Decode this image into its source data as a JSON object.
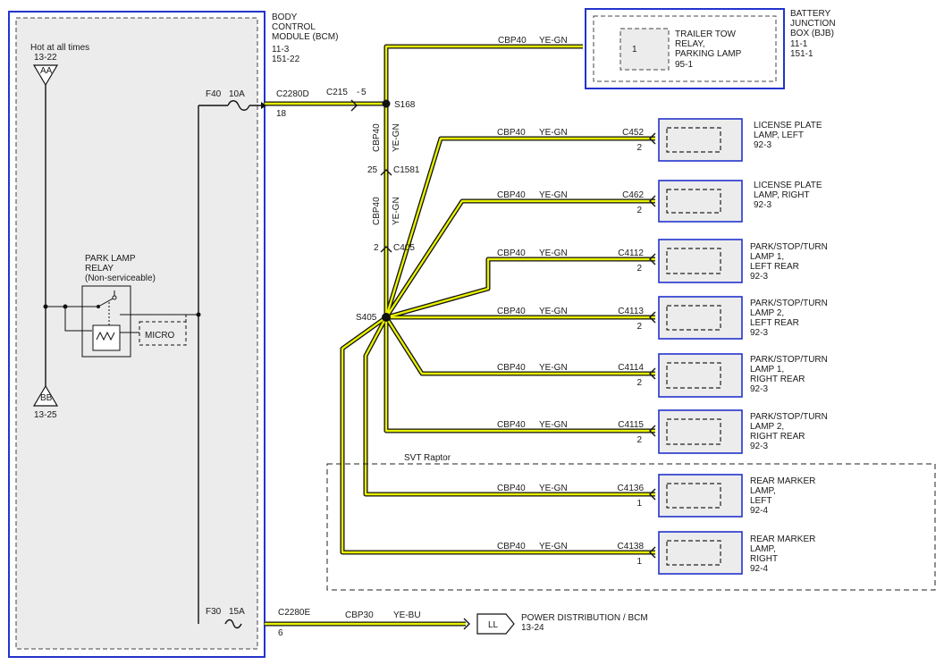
{
  "bcm": {
    "lines": [
      "BODY",
      "CONTROL",
      "MODULE (BCM)",
      "11-3",
      "151-22"
    ],
    "hot_label": "Hot at all times",
    "hot_ref": "13-22",
    "aa": "AA",
    "bb": "BB",
    "bb_ref": "13-25",
    "relay_lines": [
      "PARK LAMP",
      "RELAY",
      "(Non-serviceable)"
    ],
    "micro": "MICRO",
    "fuse_f40": "F40",
    "fuse_f40_amp": "10A",
    "fuse_f30": "F30",
    "fuse_f30_amp": "15A"
  },
  "bjb": {
    "lines": [
      "BATTERY",
      "JUNCTION",
      "BOX (BJB)",
      "11-1",
      "151-1"
    ],
    "relay_pin": "1",
    "relay_lines": [
      "TRAILER TOW",
      "RELAY,",
      "PARKING LAMP",
      "95-1"
    ]
  },
  "connectors": {
    "c2280d": "C2280D",
    "c2280d_pin": "18",
    "c215": "C215",
    "c215_pin": "5",
    "s168": "S168",
    "c1581": "C1581",
    "c1581_pin": "25",
    "c405": "C405",
    "c405_pin": "2",
    "s405": "S405",
    "c2280e": "C2280E",
    "c2280e_pin": "6"
  },
  "wire": {
    "circuit": "CBP40",
    "color": "YE-GN"
  },
  "power_wire": {
    "circuit": "CBP30",
    "color": "YE-BU"
  },
  "power_dest": {
    "ll": "LL",
    "label": "POWER DISTRIBUTION / BCM",
    "ref": "13-24"
  },
  "svt_label": "SVT Raptor",
  "loads": [
    {
      "connector": "C452",
      "pin": "2",
      "lines": [
        "LICENSE PLATE",
        "LAMP, LEFT",
        "92-3"
      ]
    },
    {
      "connector": "C462",
      "pin": "2",
      "lines": [
        "LICENSE PLATE",
        "LAMP, RIGHT",
        "92-3"
      ]
    },
    {
      "connector": "C4112",
      "pin": "2",
      "lines": [
        "PARK/STOP/TURN",
        "LAMP 1,",
        "LEFT REAR",
        "92-3"
      ]
    },
    {
      "connector": "C4113",
      "pin": "2",
      "lines": [
        "PARK/STOP/TURN",
        "LAMP 2,",
        "LEFT REAR",
        "92-3"
      ]
    },
    {
      "connector": "C4114",
      "pin": "2",
      "lines": [
        "PARK/STOP/TURN",
        "LAMP 1,",
        "RIGHT REAR",
        "92-3"
      ]
    },
    {
      "connector": "C4115",
      "pin": "2",
      "lines": [
        "PARK/STOP/TURN",
        "LAMP 2,",
        "RIGHT REAR",
        "92-3"
      ]
    },
    {
      "connector": "C4136",
      "pin": "1",
      "lines": [
        "REAR MARKER",
        "LAMP,",
        "LEFT",
        "92-4"
      ]
    },
    {
      "connector": "C4138",
      "pin": "1",
      "lines": [
        "REAR MARKER",
        "LAMP,",
        "RIGHT",
        "92-4"
      ]
    }
  ]
}
